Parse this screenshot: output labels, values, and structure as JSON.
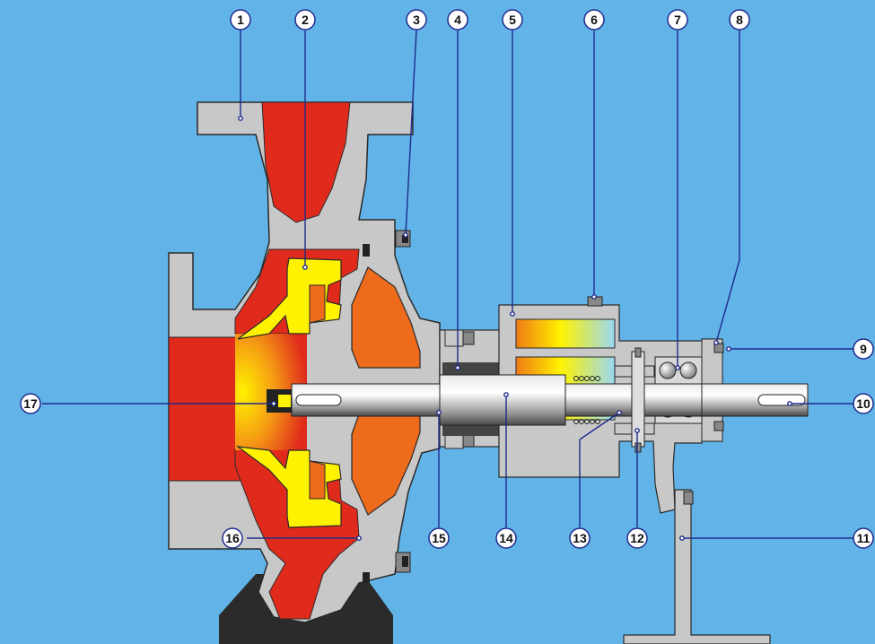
{
  "diagram": {
    "background": "#62b4e8",
    "colors": {
      "casing": "#c8c8c8",
      "outline": "#2a2a2a",
      "fluid_red": "#e02a1c",
      "fluid_orange": "#ee6b1c",
      "impeller": "#fff200",
      "leader": "#1f2a8c",
      "base": "#2b2b2b"
    },
    "callouts": [
      {
        "id": "1",
        "label": "1"
      },
      {
        "id": "2",
        "label": "2"
      },
      {
        "id": "3",
        "label": "3"
      },
      {
        "id": "4",
        "label": "4"
      },
      {
        "id": "5",
        "label": "5"
      },
      {
        "id": "6",
        "label": "6"
      },
      {
        "id": "7",
        "label": "7"
      },
      {
        "id": "8",
        "label": "8"
      },
      {
        "id": "9",
        "label": "9"
      },
      {
        "id": "10",
        "label": "10"
      },
      {
        "id": "11",
        "label": "11"
      },
      {
        "id": "12",
        "label": "12"
      },
      {
        "id": "13",
        "label": "13"
      },
      {
        "id": "14",
        "label": "14"
      },
      {
        "id": "15",
        "label": "15"
      },
      {
        "id": "16",
        "label": "16"
      },
      {
        "id": "17",
        "label": "17"
      }
    ]
  }
}
